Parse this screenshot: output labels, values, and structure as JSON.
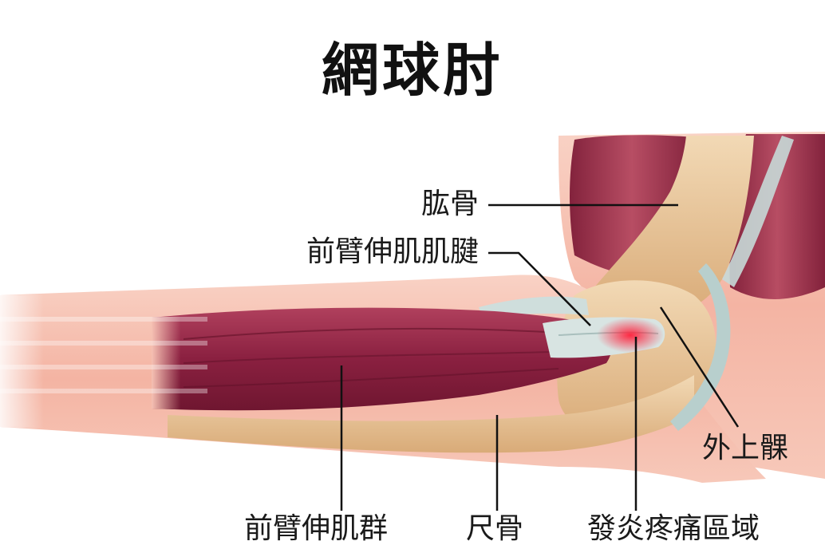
{
  "title": "網球肘",
  "labels": {
    "humerus": "肱骨",
    "extensor_tendon": "前臂伸肌肌腱",
    "lateral_epicondyle": "外上髁",
    "extensor_group": "前臂伸肌群",
    "ulna": "尺骨",
    "inflamed_area": "發炎疼痛區域"
  },
  "colors": {
    "skin": "#f6c1b3",
    "bone": "#e9c79b",
    "muscle": "#8f2543",
    "tendon": "#c9d8d6",
    "inflammation": "#e3243b"
  }
}
